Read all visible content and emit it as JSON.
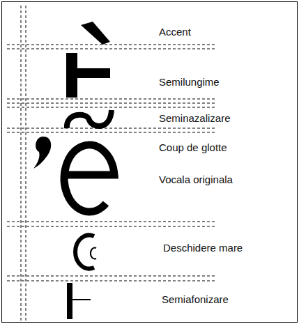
{
  "diagram": {
    "labels": [
      "Accent",
      "Semilungime",
      "Seminazalizare",
      "Coup de glotte",
      "Vocala originala",
      "Deschidere mare",
      "Semiafonizare"
    ]
  }
}
